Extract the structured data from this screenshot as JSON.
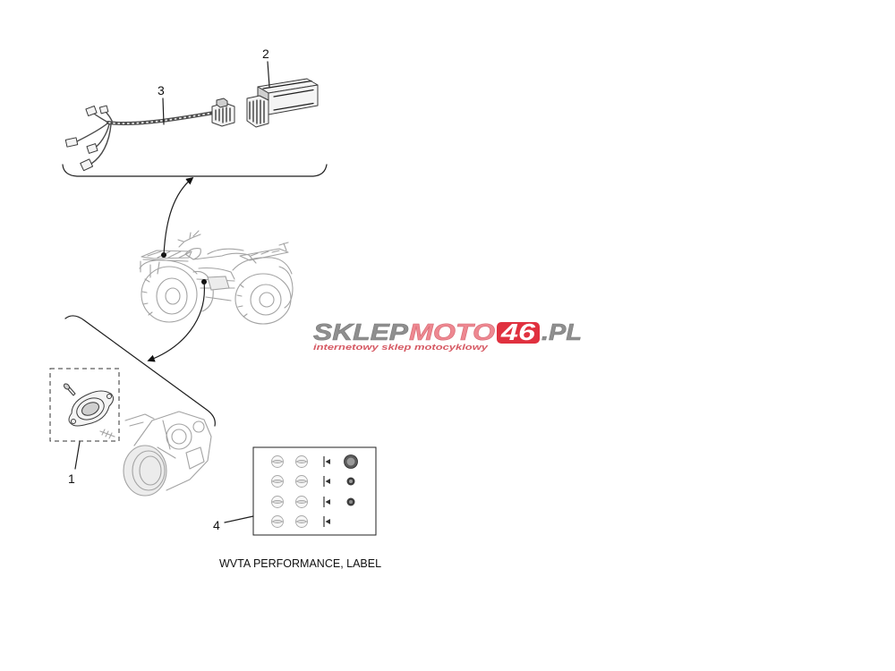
{
  "diagram": {
    "callouts": [
      {
        "number": "1"
      },
      {
        "number": "2"
      },
      {
        "number": "3"
      },
      {
        "number": "4"
      }
    ],
    "caption": "WVTA PERFORMANCE, LABEL"
  },
  "watermark": {
    "sklep": "SKLEP",
    "moto": "MOTO",
    "number": "46",
    "domain": ".PL",
    "tagline": "internetowy sklep motocyklowy"
  },
  "colors": {
    "line_art": "#a3a3a3",
    "ink": "#1e1e1e",
    "watermark_gray": "#8f8f8f",
    "watermark_pink": "#ee8891",
    "watermark_red": "#e0313f"
  }
}
